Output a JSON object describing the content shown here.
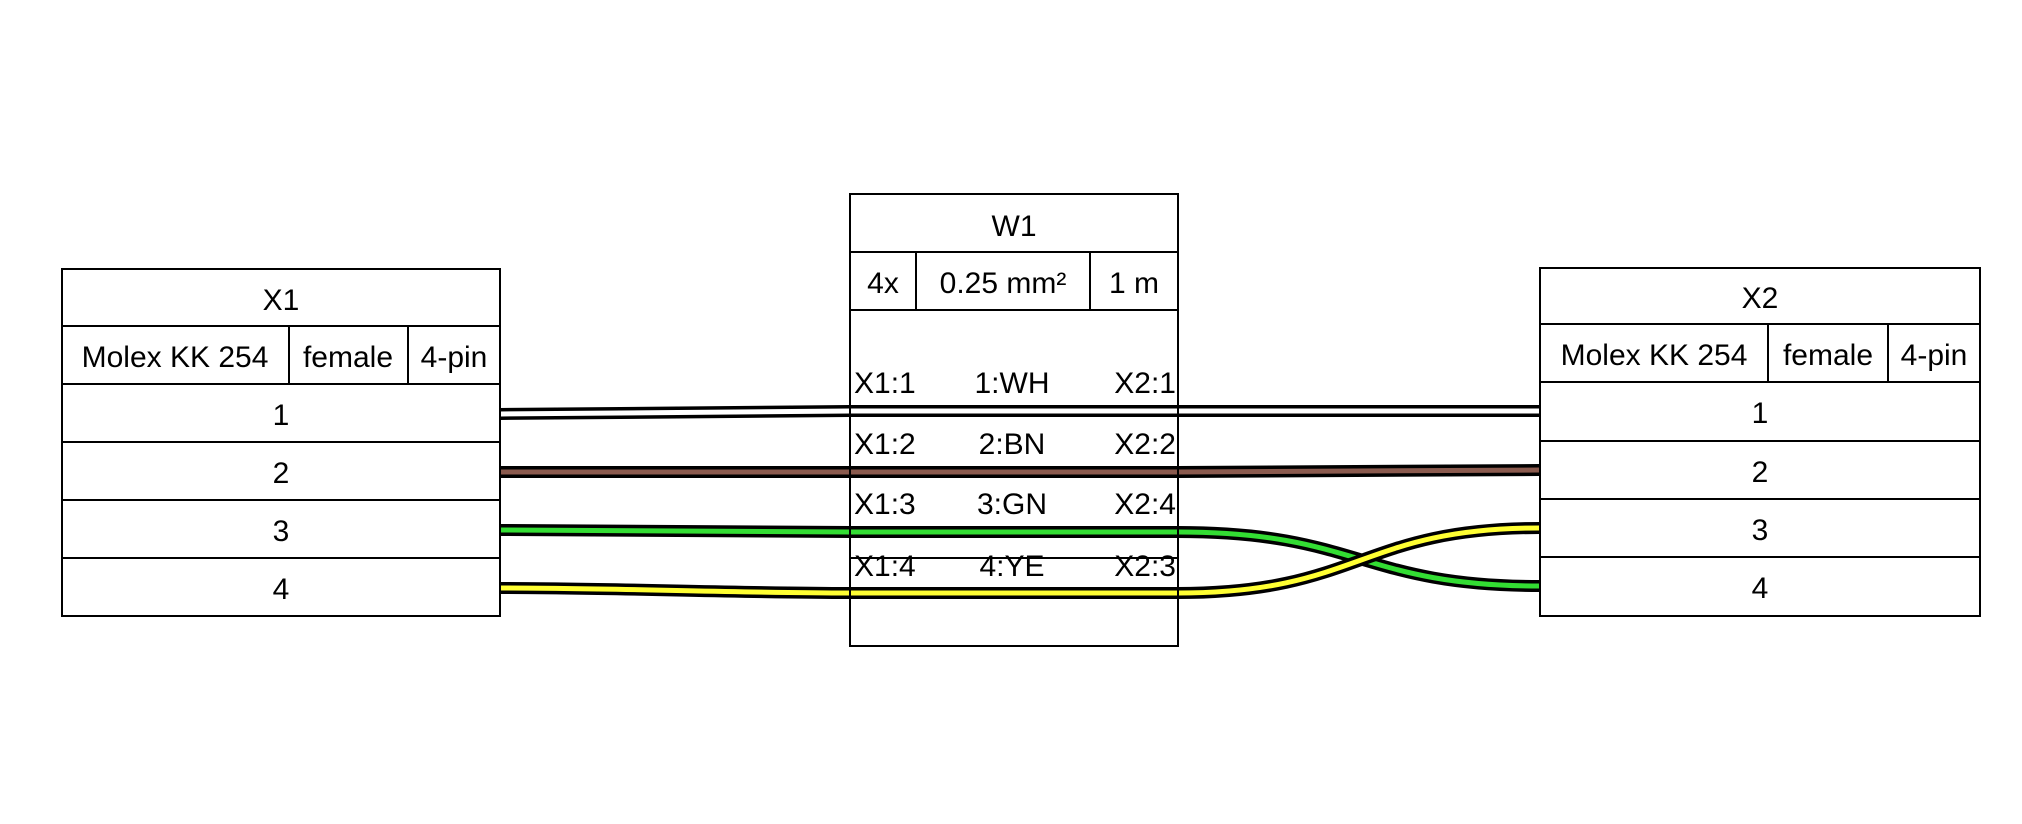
{
  "connectors": [
    {
      "name": "X1",
      "type": "Molex KK 254",
      "gender": "female",
      "pincount": "4-pin",
      "pins": [
        "1",
        "2",
        "3",
        "4"
      ]
    },
    {
      "name": "X2",
      "type": "Molex KK 254",
      "gender": "female",
      "pincount": "4-pin",
      "pins": [
        "1",
        "2",
        "3",
        "4"
      ]
    }
  ],
  "cable": {
    "name": "W1",
    "count": "4x",
    "gauge": "0.25 mm²",
    "length": "1 m",
    "wires": [
      {
        "from": "X1:1",
        "label": "1:WH",
        "to": "X2:1",
        "color": "#ffffff"
      },
      {
        "from": "X1:2",
        "label": "2:BN",
        "to": "X2:2",
        "color": "#8a5a4e"
      },
      {
        "from": "X1:3",
        "label": "3:GN",
        "to": "X2:4",
        "color": "#33dd33"
      },
      {
        "from": "X1:4",
        "label": "4:YE",
        "to": "X2:3",
        "color": "#ffff33"
      }
    ]
  }
}
